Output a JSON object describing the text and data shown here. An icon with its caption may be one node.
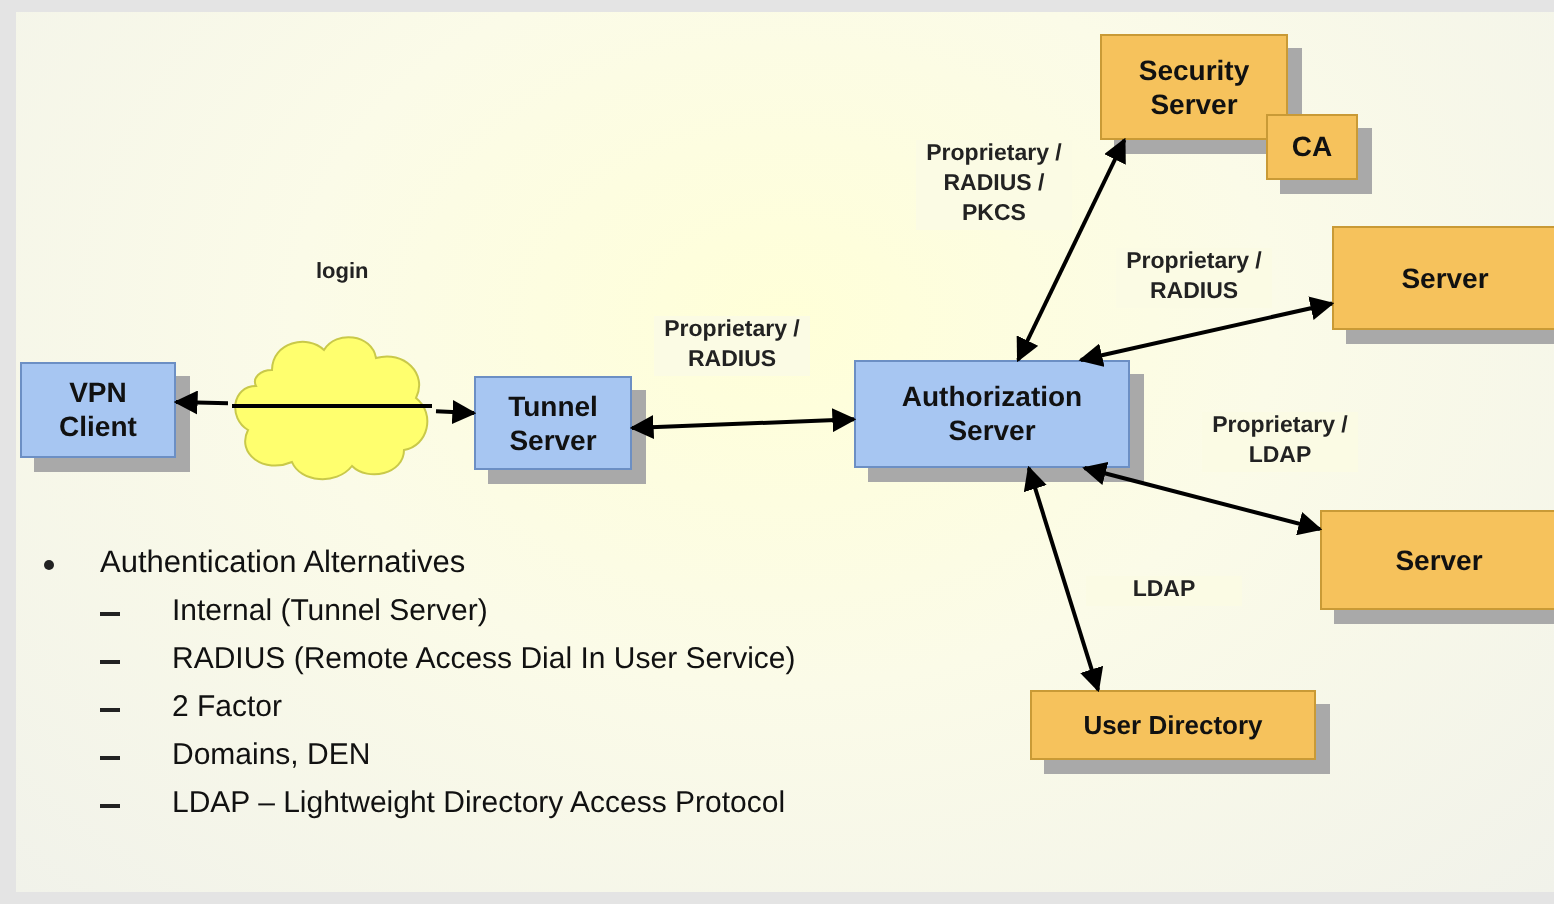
{
  "diagram": {
    "nodes": [
      {
        "text": [
          "VPN Client"
        ]
      },
      {
        "text": [],
        "shape": "cloud",
        "beside": [
          "login"
        ]
      },
      {
        "text": [
          "Tunnel Server"
        ]
      },
      {
        "text": [
          "Authorization Server"
        ]
      },
      {
        "text": [
          "Security Server"
        ]
      },
      {
        "text": [
          "CA"
        ]
      },
      {
        "text": [
          "Server"
        ]
      },
      {
        "text": [
          "Server"
        ]
      },
      {
        "text": [
          "User Directory"
        ]
      }
    ],
    "edges": [
      {
        "from": 1,
        "to": 0,
        "arrow": "to"
      },
      {
        "from": 1,
        "to": 2,
        "arrow": "to"
      },
      {
        "from": 2,
        "to": 3,
        "arrow": "both",
        "label": "Proprietary / RADIUS"
      },
      {
        "from": 3,
        "to": 4,
        "arrow": "both",
        "label": "Proprietary / RADIUS / PKCS"
      },
      {
        "from": 3,
        "to": 6,
        "arrow": "both",
        "label": "Proprietary / RADIUS"
      },
      {
        "from": 3,
        "to": 7,
        "arrow": "both",
        "label": "Proprietary / LDAP"
      },
      {
        "from": 3,
        "to": 8,
        "arrow": "both",
        "label": "LDAP"
      }
    ],
    "labels": [
      "Authentication Alternatives",
      "Internal (Tunnel Server)",
      "RADIUS (Remote Access Dial In User Service)",
      "2 Factor",
      "Domains, DEN",
      "LDAP – Lightweight Directory Access Protocol"
    ]
  }
}
